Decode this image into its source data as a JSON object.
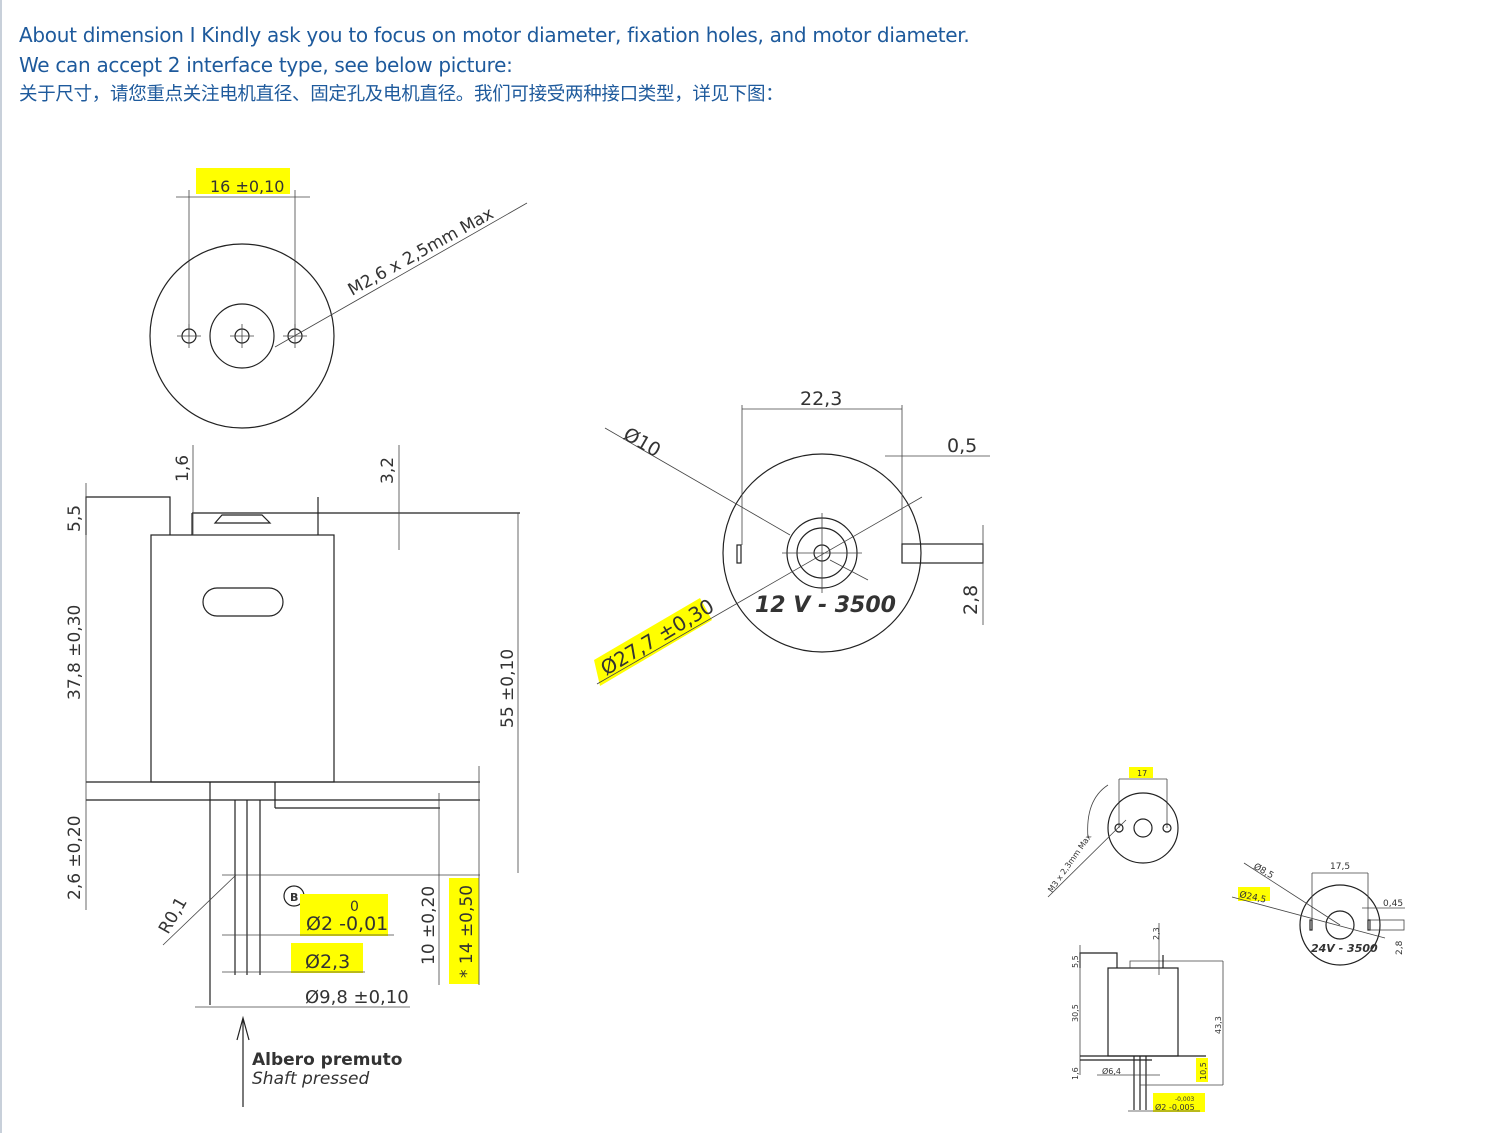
{
  "intro": {
    "line1": "About dimension I Kindly ask you to focus on motor diameter, fixation holes, and motor diameter.",
    "line2": "We can accept 2 interface type, see below picture:",
    "line3": "关于尺寸，请您重点关注电机直径、固定孔及电机直径。我们可接受两种接口类型，详见下图："
  },
  "drawing1": {
    "hole_spacing": "16 ±0,10",
    "thread": "M2,6 x 2,5mm Max",
    "dim_5_5": "5,5",
    "dim_1_6": "1,6",
    "dim_3_2": "3,2",
    "body_length": "37,8 ±0,30",
    "flange": "2,6 ±0,20",
    "total_length": "55 ±0,10",
    "dim_10": "10 ±0,20",
    "shaft_length": "* 14 ±0,50",
    "radius": "R0,1",
    "datum": "B",
    "shaft_tol_upper": "0",
    "shaft_dia": "Ø2 -0,01",
    "dia_2_3": "Ø2,3",
    "dia_9_8": "Ø9,8 ±0,10",
    "note_it": "Albero premuto",
    "note_en": "Shaft pressed",
    "front_width": "22,3",
    "dim_0_5": "0,5",
    "dia_10": "Ø10",
    "motor_dia": "Ø27,7 ±0,30",
    "rating": "12 V - 3500",
    "dim_2_8": "2,8"
  },
  "drawing2": {
    "hole_spacing": "17",
    "thread": "M3 x 2,3mm Max",
    "front_width": "17,5",
    "dia_8_5": "Ø8,5",
    "motor_dia": "Ø24,5",
    "dim_0_45": "0,45",
    "dim_2_8": "2,8",
    "rating": "24V - 3500",
    "dim_2_3": "2,3",
    "dim_5_5": "5,5",
    "body_length": "30,5",
    "total_length": "43,3",
    "dim_1_6": "1,6",
    "dia_6_4": "Ø6,4",
    "shaft_length": "10,5",
    "shaft_tol_upper": "-0,003",
    "shaft_dia": "Ø2 -0,005"
  }
}
